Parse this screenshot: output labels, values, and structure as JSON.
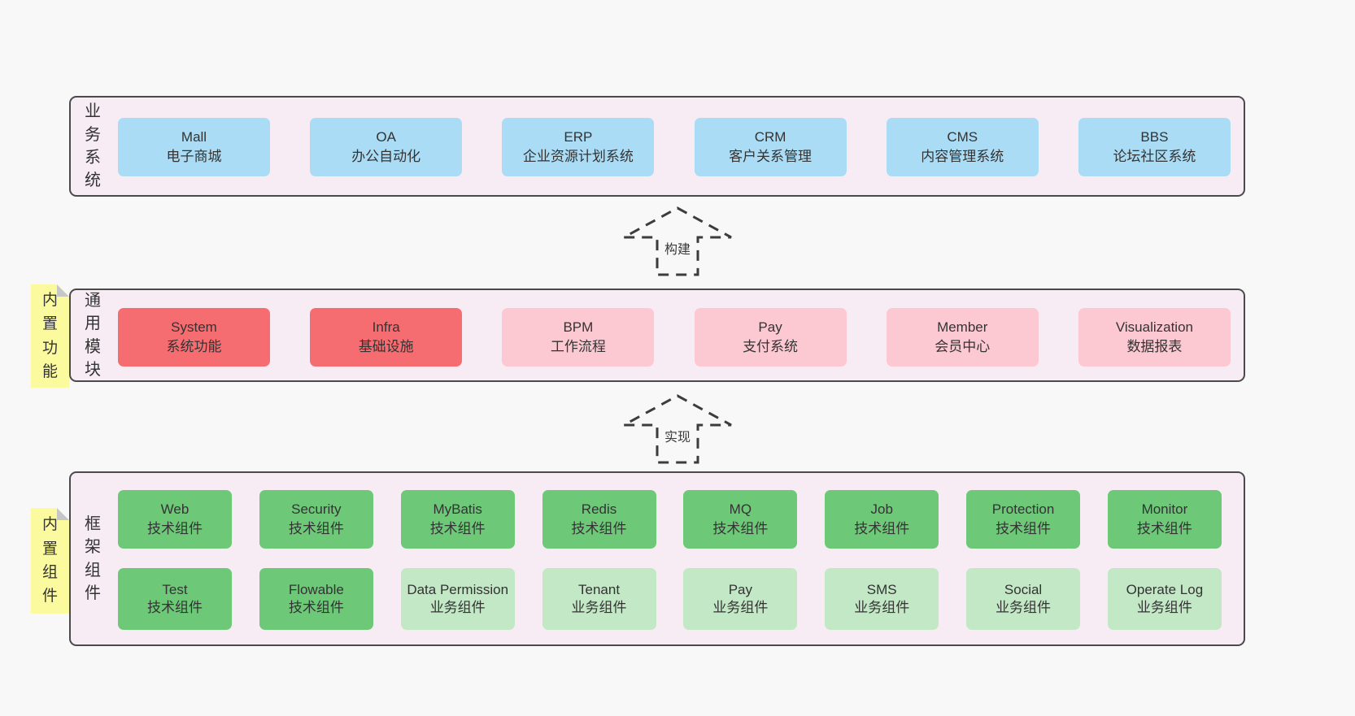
{
  "diagram": {
    "layers": {
      "business": {
        "label": "业务系统",
        "boxes": [
          {
            "name": "Mall",
            "desc": "电子商城"
          },
          {
            "name": "OA",
            "desc": "办公自动化"
          },
          {
            "name": "ERP",
            "desc": "企业资源计划系统"
          },
          {
            "name": "CRM",
            "desc": "客户关系管理"
          },
          {
            "name": "CMS",
            "desc": "内容管理系统"
          },
          {
            "name": "BBS",
            "desc": "论坛社区系统"
          }
        ]
      },
      "modules": {
        "label": "通用模块",
        "sticky": "内置功能",
        "boxes": [
          {
            "name": "System",
            "desc": "系统功能"
          },
          {
            "name": "Infra",
            "desc": "基础设施"
          },
          {
            "name": "BPM",
            "desc": "工作流程"
          },
          {
            "name": "Pay",
            "desc": "支付系统"
          },
          {
            "name": "Member",
            "desc": "会员中心"
          },
          {
            "name": "Visualization",
            "desc": "数据报表"
          }
        ]
      },
      "components": {
        "label": "框架组件",
        "sticky": "内置组件",
        "row1": [
          {
            "name": "Web",
            "desc": "技术组件"
          },
          {
            "name": "Security",
            "desc": "技术组件"
          },
          {
            "name": "MyBatis",
            "desc": "技术组件"
          },
          {
            "name": "Redis",
            "desc": "技术组件"
          },
          {
            "name": "MQ",
            "desc": "技术组件"
          },
          {
            "name": "Job",
            "desc": "技术组件"
          },
          {
            "name": "Protection",
            "desc": "技术组件"
          },
          {
            "name": "Monitor",
            "desc": "技术组件"
          }
        ],
        "row2": [
          {
            "name": "Test",
            "desc": "技术组件"
          },
          {
            "name": "Flowable",
            "desc": "技术组件"
          },
          {
            "name": "Data Permission",
            "desc": "业务组件"
          },
          {
            "name": "Tenant",
            "desc": "业务组件"
          },
          {
            "name": "Pay",
            "desc": "业务组件"
          },
          {
            "name": "SMS",
            "desc": "业务组件"
          },
          {
            "name": "Social",
            "desc": "业务组件"
          },
          {
            "name": "Operate Log",
            "desc": "业务组件"
          }
        ]
      }
    },
    "arrows": {
      "build": "构建",
      "implement": "实现"
    },
    "colors": {
      "page_bg": "#f8f8f8",
      "layer_bg": "#f7ecf4",
      "layer_border": "#4a4a4a",
      "blue": "#aadcf5",
      "red": "#f66d71",
      "pink": "#fcc9d3",
      "green_dark": "#6dc878",
      "green_light": "#c2e8c5",
      "sticky_yellow": "#fbfa9e",
      "text": "#333333"
    }
  }
}
